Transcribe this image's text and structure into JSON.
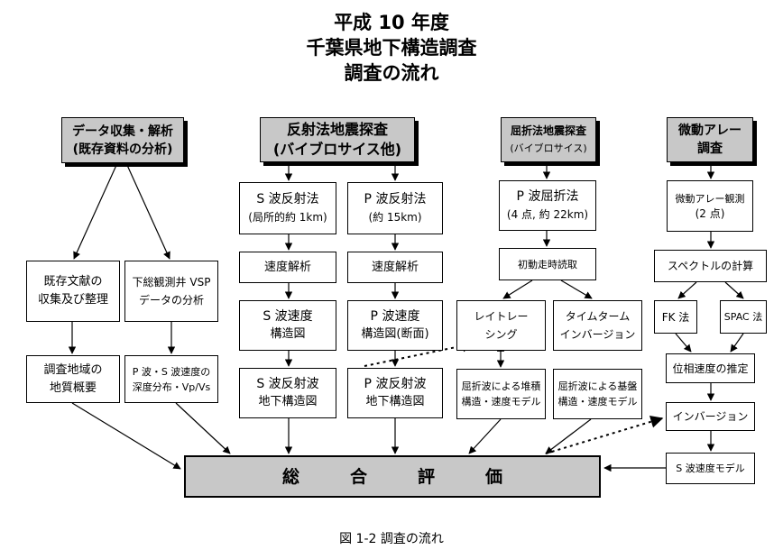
{
  "title": {
    "line1": "平成 10 年度",
    "line2": "千葉県地下構造調査",
    "line3": "調査の流れ"
  },
  "headers": {
    "data": [
      "データ収集・解析",
      "(既存資料の分析)"
    ],
    "reflection": [
      "反射法地震探査",
      "(バイブロサイス他)"
    ],
    "refraction": [
      "屈折法地震探査",
      "(バイブロサイス)"
    ],
    "microtremor": [
      "微動アレー",
      "調査"
    ]
  },
  "col_data": {
    "literature": [
      "既存文献の",
      "収集及び整理"
    ],
    "vsp": [
      "下総観測井 VSP",
      "データの分析"
    ],
    "geology": [
      "調査地域の",
      "地質概要"
    ],
    "velocity_dist": [
      "P 波・S 波速度の",
      "深度分布・Vp/Vs"
    ]
  },
  "col_swave": {
    "method": [
      "S 波反射法",
      "(局所的約 1km)"
    ],
    "analysis": "速度解析",
    "structure": [
      "S 波速度",
      "構造図"
    ],
    "reflection_map": [
      "S 波反射波",
      "地下構造図"
    ]
  },
  "col_pwave": {
    "method": [
      "P 波反射法",
      "(約 15km)"
    ],
    "analysis": "速度解析",
    "structure": [
      "P 波速度",
      "構造図(断面)"
    ],
    "reflection_map": [
      "P 波反射波",
      "地下構造図"
    ]
  },
  "col_refraction": {
    "method": [
      "P 波屈折法",
      "(4 点, 約 22km)"
    ],
    "first_arrival": "初動走時読取",
    "raytrace": [
      "レイトレー",
      "シング"
    ],
    "timeterm": [
      "タイムターム",
      "インバージョン"
    ],
    "sediment_model": [
      "屈折波による堆積",
      "構造・速度モデル"
    ],
    "basement_model": [
      "屈折波による基盤",
      "構造・速度モデル"
    ]
  },
  "col_micro": {
    "observation": [
      "微動アレー観測",
      "(2 点)"
    ],
    "spectrum": "スペクトルの計算",
    "fk": "FK 法",
    "spac": "SPAC 法",
    "phase_velocity": "位相速度の推定",
    "inversion": "インバージョン",
    "swave_model": "S 波速度モデル"
  },
  "final": [
    "総",
    "合",
    "評",
    "価"
  ],
  "caption": "図 1-2 調査の流れ"
}
